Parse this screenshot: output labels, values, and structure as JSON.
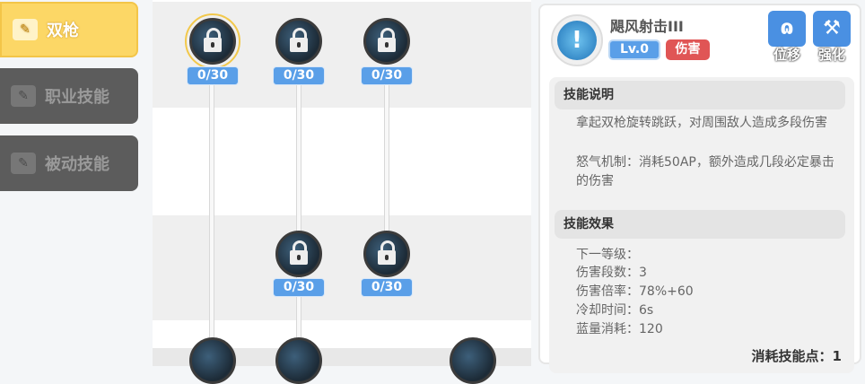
{
  "tabs": [
    {
      "label": "双枪",
      "active": true
    },
    {
      "label": "职业技能",
      "active": false
    },
    {
      "label": "被动技能",
      "active": false
    }
  ],
  "tree": {
    "row1": [
      "0/30",
      "0/30",
      "0/30"
    ],
    "row2": [
      "0/30",
      "0/30"
    ]
  },
  "skill": {
    "name": "飓风射击III",
    "level": "Lv.0",
    "type_tag": "伤害",
    "actions": [
      {
        "label": "位移"
      },
      {
        "label": "强化"
      }
    ],
    "desc_title": "技能说明",
    "desc_lines": [
      "拿起双枪旋转跳跃，对周围敌人造成多段伤害",
      "怒气机制：消耗50AP，额外造成几段必定暴击的伤害"
    ],
    "effect_title": "技能效果",
    "effect_lines": [
      "下一等级：",
      "伤害段数：3",
      "伤害倍率：78%+60",
      "冷却时间：6s",
      "蓝量消耗：120"
    ],
    "cost": "消耗技能点：1"
  },
  "colors": {
    "accent": "#4a90e2",
    "tag_red": "#e05555",
    "tab_active": "#fcd766"
  }
}
